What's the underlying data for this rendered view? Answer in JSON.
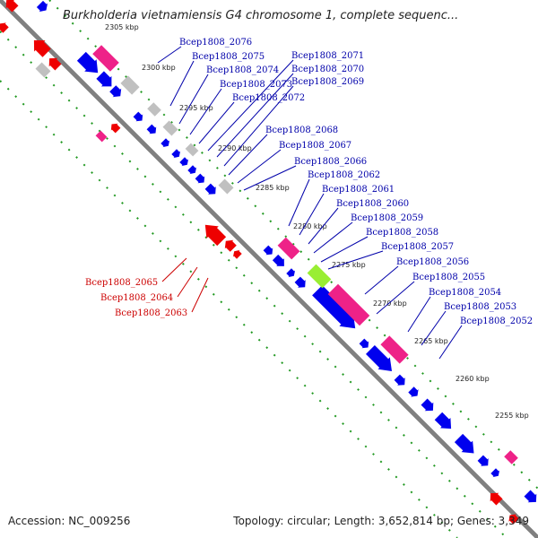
{
  "header": {
    "title": "Burkholderia vietnamiensis G4 chromosome 1, complete sequenc..."
  },
  "footer": {
    "accession_label": "Accession:",
    "accession": "NC_009256",
    "topology_label": "Topology:",
    "topology": "circular;",
    "length_label": "Length:",
    "length": "3,652,814 bp;",
    "genes_label": "Genes:",
    "genes": "3,349"
  },
  "colors": {
    "forward_cds": "#0000ee",
    "reverse_cds": "#ee0000",
    "gray_gene": "#c0c0c0",
    "pink_gene": "#ee2288",
    "green_gene": "#99ee33",
    "tick": "#229922",
    "backbone": "#808080",
    "label_forward": "#0000aa",
    "label_reverse": "#cc0000"
  },
  "ticks": [
    "2305 kbp",
    "2300 kbp",
    "2295 kbp",
    "2290 kbp",
    "2285 kbp",
    "2280 kbp",
    "2275 kbp",
    "2270 kbp",
    "2265 kbp",
    "2260 kbp",
    "2255 kbp"
  ],
  "forward_labels": [
    "Bcep1808_2076",
    "Bcep1808_2075",
    "Bcep1808_2074",
    "Bcep1808_2073",
    "Bcep1808_2072",
    "Bcep1808_2071",
    "Bcep1808_2070",
    "Bcep1808_2069",
    "Bcep1808_2068",
    "Bcep1808_2067",
    "Bcep1808_2066",
    "Bcep1808_2062",
    "Bcep1808_2061",
    "Bcep1808_2060",
    "Bcep1808_2059",
    "Bcep1808_2058",
    "Bcep1808_2057",
    "Bcep1808_2056",
    "Bcep1808_2055",
    "Bcep1808_2054",
    "Bcep1808_2053",
    "Bcep1808_2052"
  ],
  "reverse_labels": [
    "Bcep1808_2065",
    "Bcep1808_2064",
    "Bcep1808_2063"
  ]
}
